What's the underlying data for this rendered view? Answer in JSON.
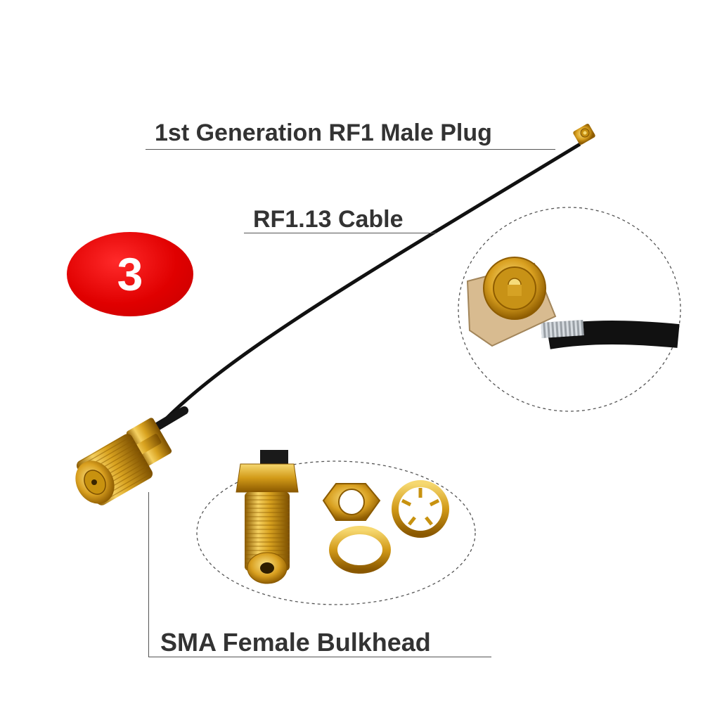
{
  "labels": {
    "plug": "1st Generation RF1 Male Plug",
    "cable": "RF1.13 Cable",
    "bulkhead": "SMA Female Bulkhead"
  },
  "badge": {
    "number": "3"
  },
  "colors": {
    "badge_red": "#e00000",
    "label_text": "#333333",
    "gold": "#d4a020",
    "cable_black": "#111111"
  }
}
